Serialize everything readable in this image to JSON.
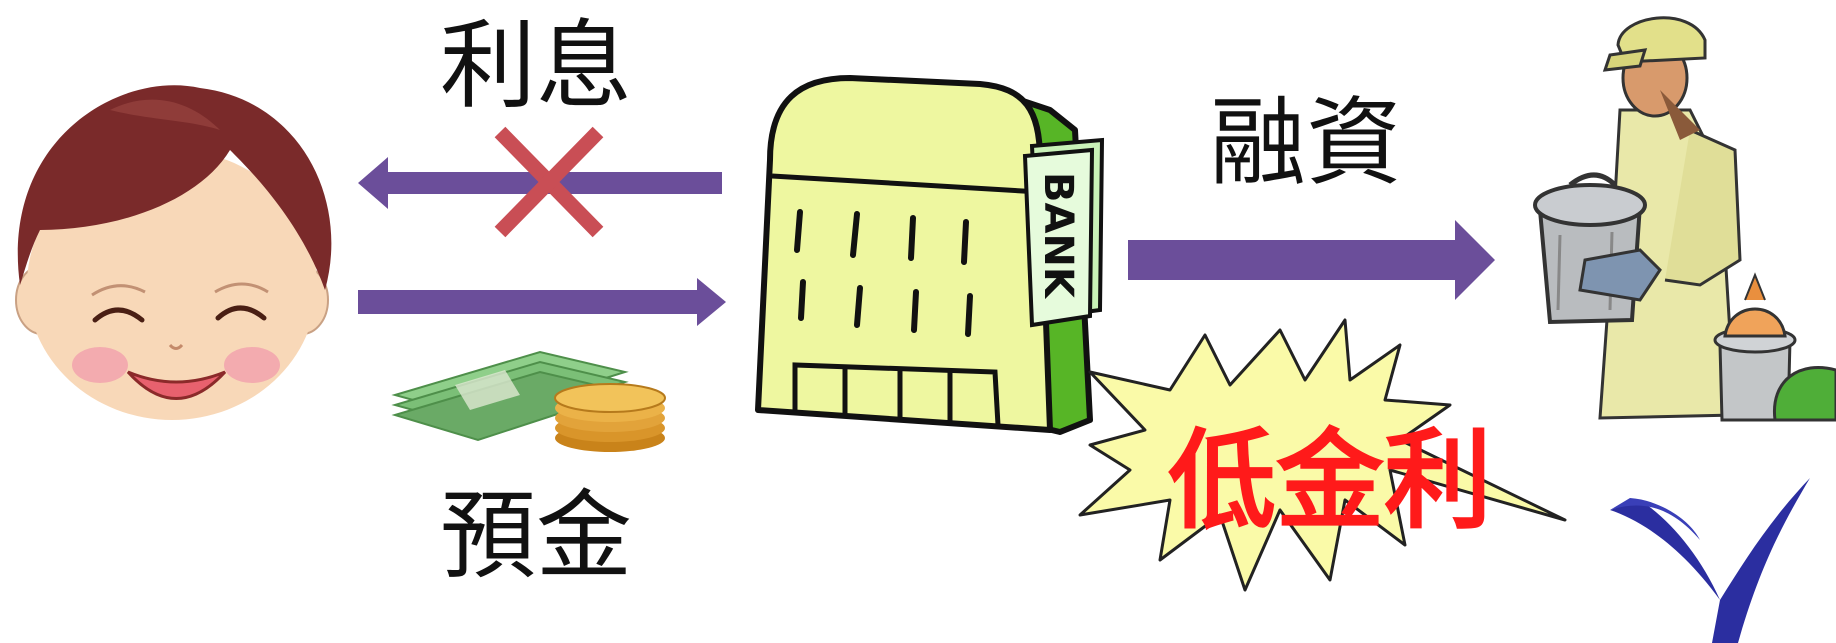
{
  "labels": {
    "interest": "利息",
    "deposit": "預金",
    "financing": "融資",
    "low_rate": "低金利",
    "bank_sign": "BANK"
  },
  "colors": {
    "arrow": "#6b4e9a",
    "cross": "#c94e55",
    "low_rate_text": "#ff1a1a",
    "starburst_fill": "#fafaa8",
    "bank_body": "#eef7a0",
    "bank_side": "#57b526",
    "face_skin": "#f8d8b8",
    "hair": "#7a2a2a",
    "logo": "#2b2ea0"
  },
  "icons": {
    "person": "smiling-person-icon",
    "money": "cash-and-coins-icon",
    "bank": "bank-building-icon",
    "worker": "sanitation-worker-icon",
    "cross": "cross-mark-icon",
    "logo": "v-logo-icon"
  }
}
